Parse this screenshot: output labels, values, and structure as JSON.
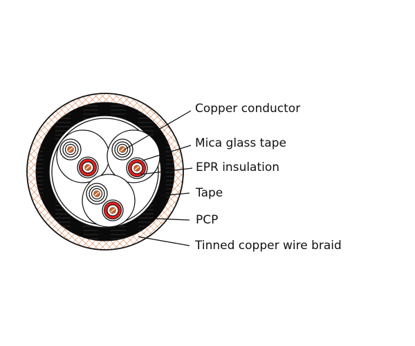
{
  "title": "Cable cross-section",
  "labels": [
    {
      "id": "copper-conductor",
      "text": "Copper conductor"
    },
    {
      "id": "mica-glass-tape",
      "text": "Mica glass tape"
    },
    {
      "id": "epr-insulation",
      "text": "EPR insulation"
    },
    {
      "id": "tape",
      "text": "Tape"
    },
    {
      "id": "pcp",
      "text": "PCP"
    },
    {
      "id": "tinned-copper-wire-braid",
      "text": "Tinned copper wire braid"
    }
  ],
  "colors": {
    "braid_mesh": "#d9743a",
    "sheath": "#0a0a0a",
    "insulation_red": "#e3201f",
    "copper": "#c8642a",
    "outline": "#111111",
    "background": "#ffffff"
  }
}
